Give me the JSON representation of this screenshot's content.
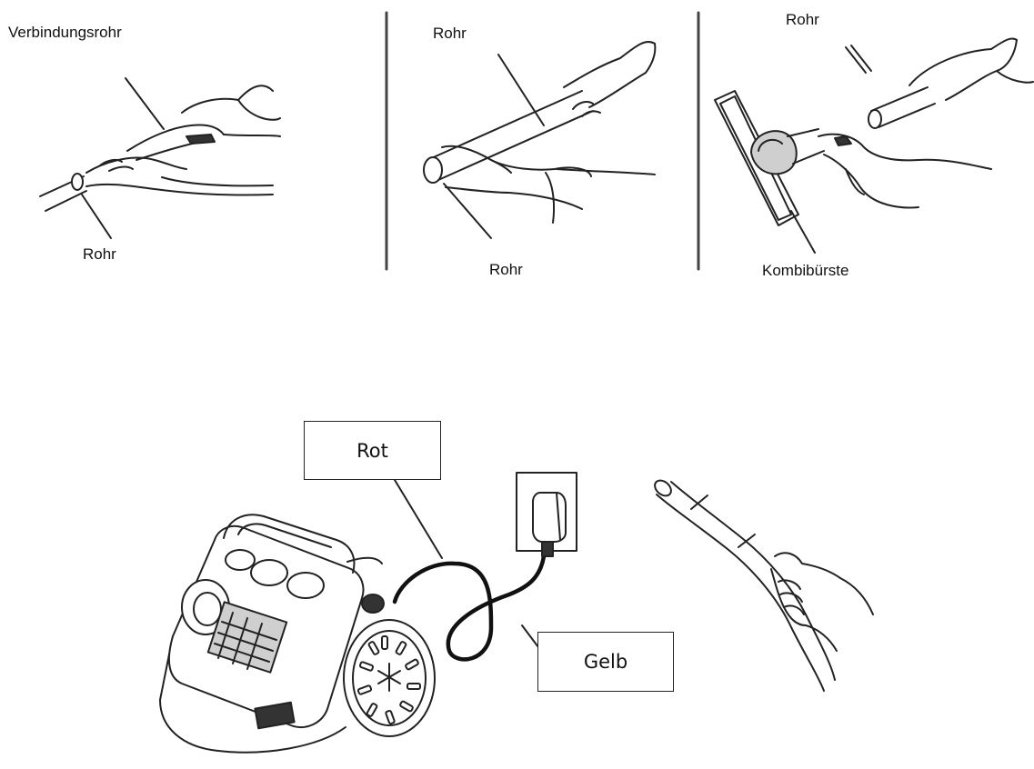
{
  "top_panels": {
    "panel1": {
      "label_connector": "Verbindungsrohr",
      "label_tube": "Rohr"
    },
    "panel2": {
      "label_tube_top": "Rohr",
      "label_tube_bottom": "Rohr"
    },
    "panel3": {
      "label_tube": "Rohr",
      "label_brush": "Kombibürste"
    }
  },
  "bottom_diagram": {
    "callout_red": "Rot",
    "callout_yellow": "Gelb"
  }
}
